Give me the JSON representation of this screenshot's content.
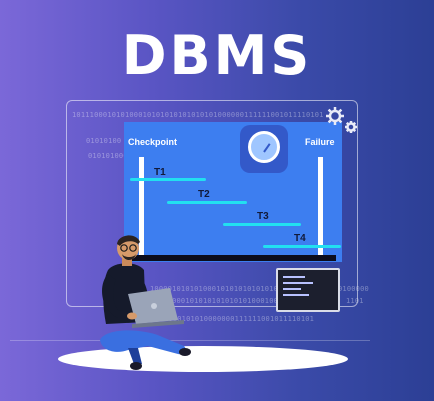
{
  "title": "DBMS",
  "chart": {
    "checkpoint_label": "Checkpoint",
    "failure_label": "Failure",
    "transactions": [
      "T1",
      "T2",
      "T3",
      "T4"
    ]
  },
  "binary_text": {
    "top": "101110001010100010101010101010101000000111111001011110101",
    "left1": "01010100",
    "left2": "010101000",
    "bottom1": "10000101010100010101010101010001111110",
    "bottom2": "10101000101010101010101000100100101000001",
    "bottom3": "1010101010000000111111001011110101",
    "right1": "0100000",
    "right2": "1101"
  },
  "colors": {
    "panel": "#3d7ef0",
    "transaction_line": "#22e0f0",
    "title": "#ffffff"
  },
  "icons": [
    "gauge-icon",
    "gear-icon",
    "terminal-icon",
    "laptop-icon"
  ]
}
